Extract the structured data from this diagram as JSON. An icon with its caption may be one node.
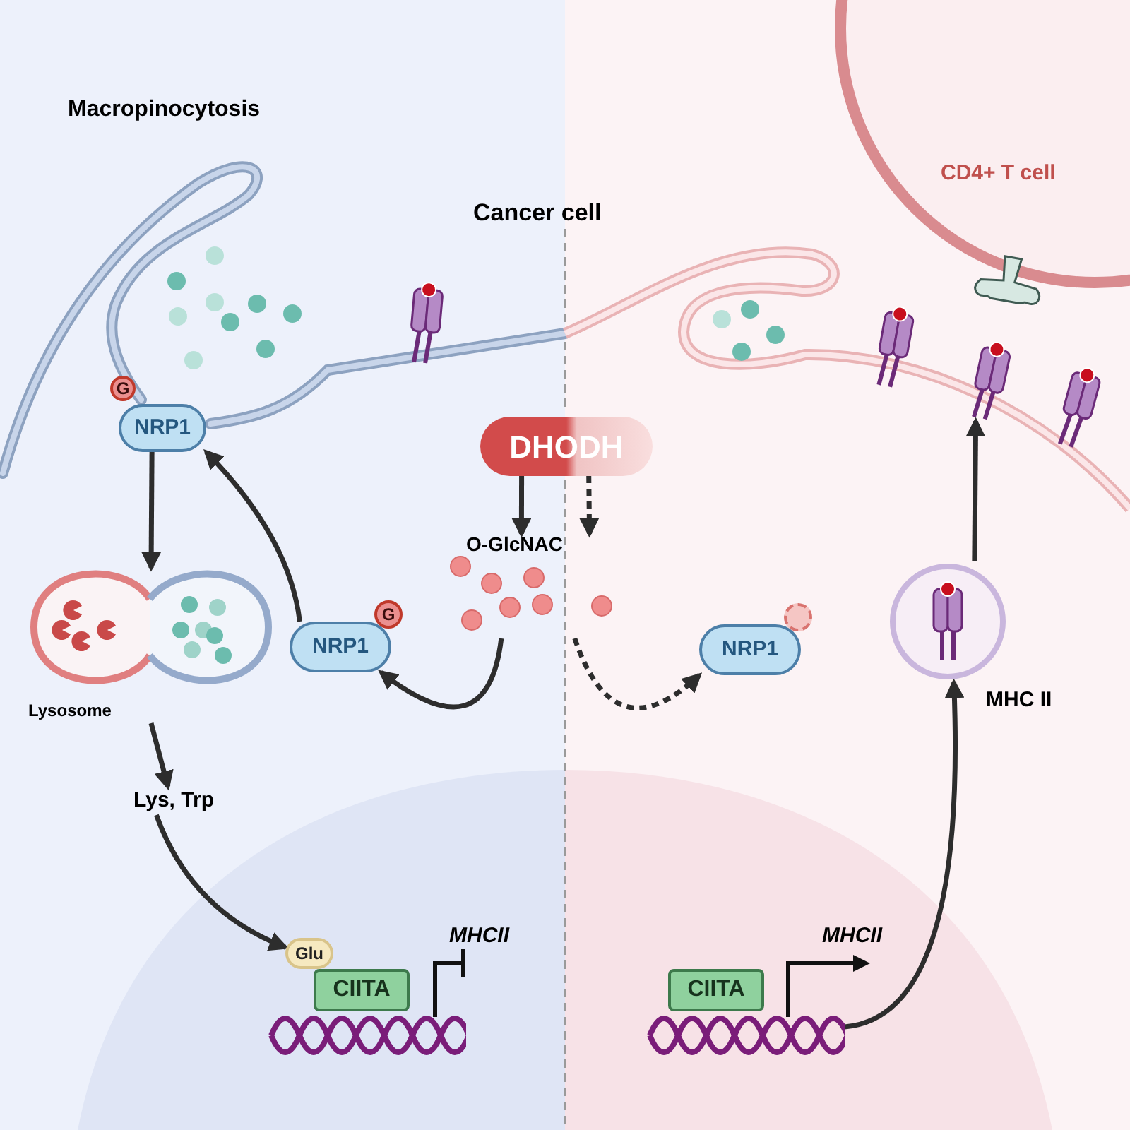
{
  "diagram": {
    "title": "Cancer cell",
    "nodes": [
      {
        "text": [
          "NRP1"
        ]
      },
      {
        "text": [
          "G"
        ]
      },
      {
        "text": [
          "Lysosome"
        ]
      },
      {
        "text": [
          "Lys, Trp"
        ]
      },
      {
        "text": [
          "Glu"
        ]
      },
      {
        "text": [
          "CIITA"
        ]
      },
      {
        "text": [],
        "shape": "picture"
      },
      {
        "text": [
          "DHODH"
        ]
      },
      {
        "text": [
          "O-GlcNAC"
        ]
      },
      {
        "text": [
          "NRP1"
        ]
      },
      {
        "text": [
          "G"
        ]
      },
      {
        "text": [
          "NRP1"
        ]
      },
      {
        "text": [],
        "shape": "circle"
      },
      {
        "text": [
          "CIITA"
        ]
      },
      {
        "text": [],
        "shape": "picture"
      },
      {
        "text": [],
        "shape": "circle",
        "beside": [
          "MHC II"
        ]
      },
      {
        "text": [
          "CD4+ T cell"
        ]
      },
      {
        "text": [],
        "shape": "picture"
      }
    ],
    "edges": [
      {
        "from": 0,
        "to": 2,
        "arrow": "to"
      },
      {
        "from": 9,
        "to": 0,
        "arrow": "to"
      },
      {
        "from": 2,
        "to": 3,
        "arrow": "to"
      },
      {
        "from": 3,
        "to": 4,
        "arrow": "to"
      },
      {
        "from": 7,
        "to": 8,
        "arrow": "to"
      },
      {
        "from": 7,
        "to": 8,
        "arrow": "to",
        "style": "dashed"
      },
      {
        "from": 8,
        "to": 9,
        "arrow": "to"
      },
      {
        "from": 8,
        "to": 11,
        "arrow": "to",
        "style": "dashed"
      },
      {
        "from": 14,
        "to": 15,
        "arrow": "to"
      },
      {
        "from": 15,
        "to": 17,
        "arrow": "to"
      }
    ],
    "labels": [
      "Macropinocytosis",
      "MHCII",
      "MHCII"
    ]
  }
}
